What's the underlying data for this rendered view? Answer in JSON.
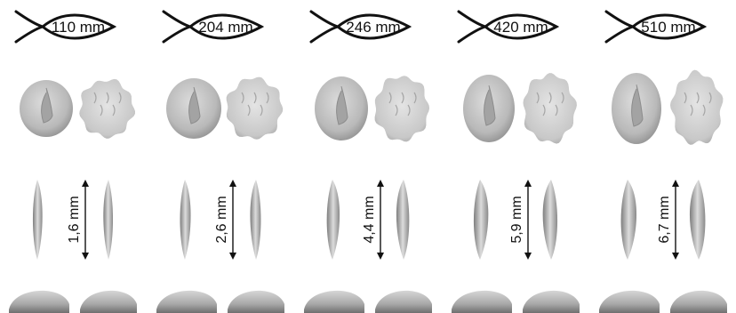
{
  "stages": [
    {
      "length": "110 mm",
      "thickness": "1,6 mm",
      "thickness_mm": 1.6
    },
    {
      "length": "204 mm",
      "thickness": "2,6 mm",
      "thickness_mm": 2.6
    },
    {
      "length": "246 mm",
      "thickness": "4,4 mm",
      "thickness_mm": 4.4
    },
    {
      "length": "420 mm",
      "thickness": "5,9 mm",
      "thickness_mm": 5.9
    },
    {
      "length": "510 mm",
      "thickness": "6,7 mm",
      "thickness_mm": 6.7
    }
  ],
  "colors": {
    "specimen_fill": "#b9b9b9",
    "specimen_shade": "#8e8e8e",
    "specimen_light": "#dcdcdc",
    "line": "#111111"
  }
}
